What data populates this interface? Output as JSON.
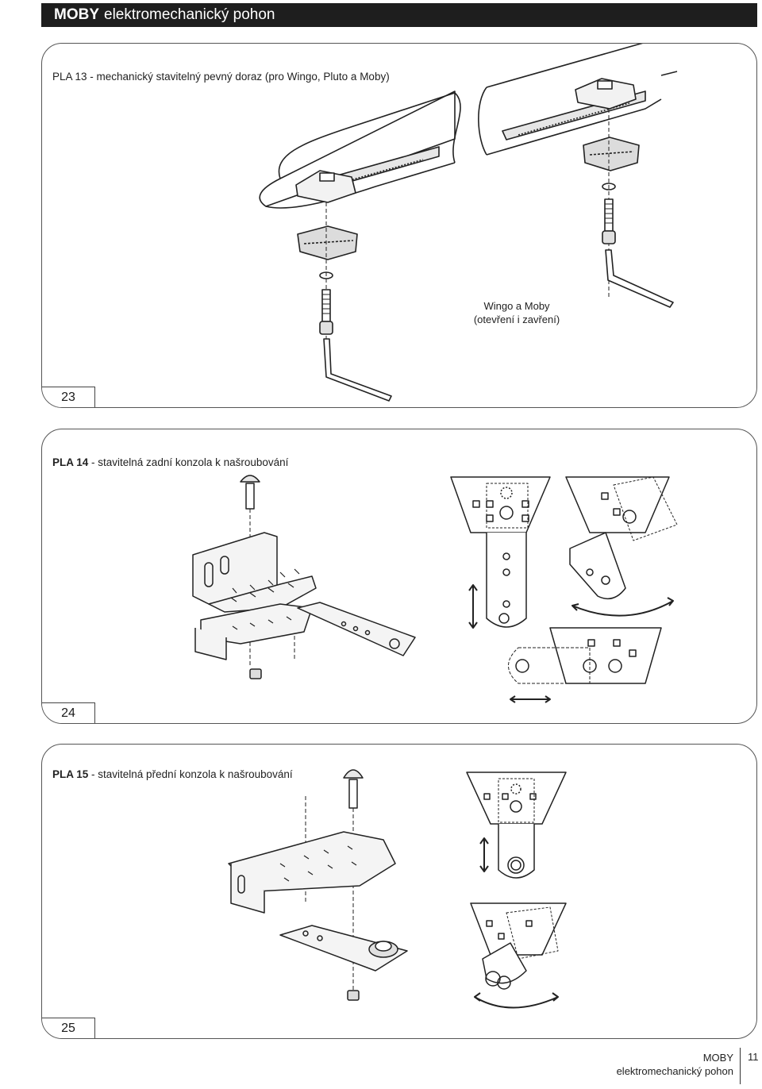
{
  "header": {
    "brand": "MOBY",
    "subtitle": "elektromechanický pohon"
  },
  "figures": [
    {
      "title": "PLA 13 - mechanický stavitelný pevný doraz (pro Wingo, Pluto a Moby)",
      "caption_line1": "Wingo a Moby",
      "caption_line2": "(otevření i zavření)",
      "number": "23"
    },
    {
      "title_bold": "PLA 14",
      "title_rest": " - stavitelná zadní konzola k našroubování",
      "number": "24"
    },
    {
      "title_bold": "PLA 15",
      "title_rest": " - stavitelná přední konzola k našroubování",
      "number": "25"
    }
  ],
  "footer": {
    "brand": "MOBY",
    "subtitle": "elektromechanický pohon",
    "page_number": "11"
  }
}
